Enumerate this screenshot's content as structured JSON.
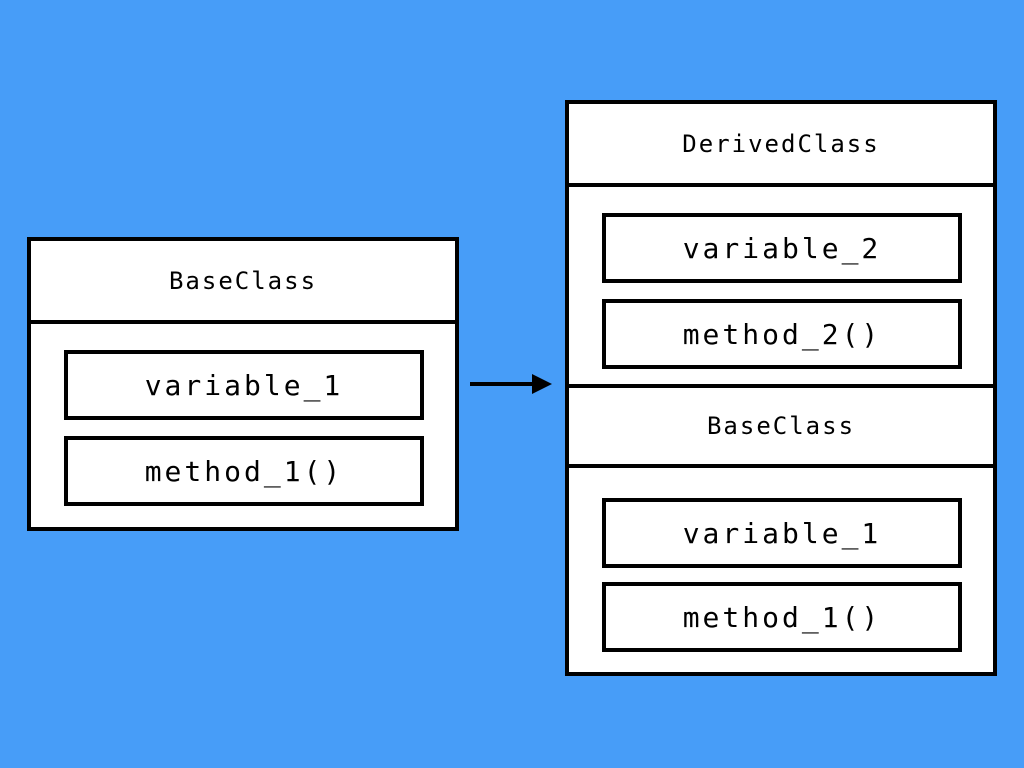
{
  "base_class": {
    "title": "BaseClass",
    "members": [
      "variable_1",
      "method_1()"
    ]
  },
  "derived_class": {
    "title": "DerivedClass",
    "members": [
      "variable_2",
      "method_2()"
    ],
    "inherited": {
      "title": "BaseClass",
      "members": [
        "variable_1",
        "method_1()"
      ]
    }
  },
  "colors": {
    "background": "#479df8",
    "box_fill": "#ffffff",
    "stroke": "#000000"
  }
}
